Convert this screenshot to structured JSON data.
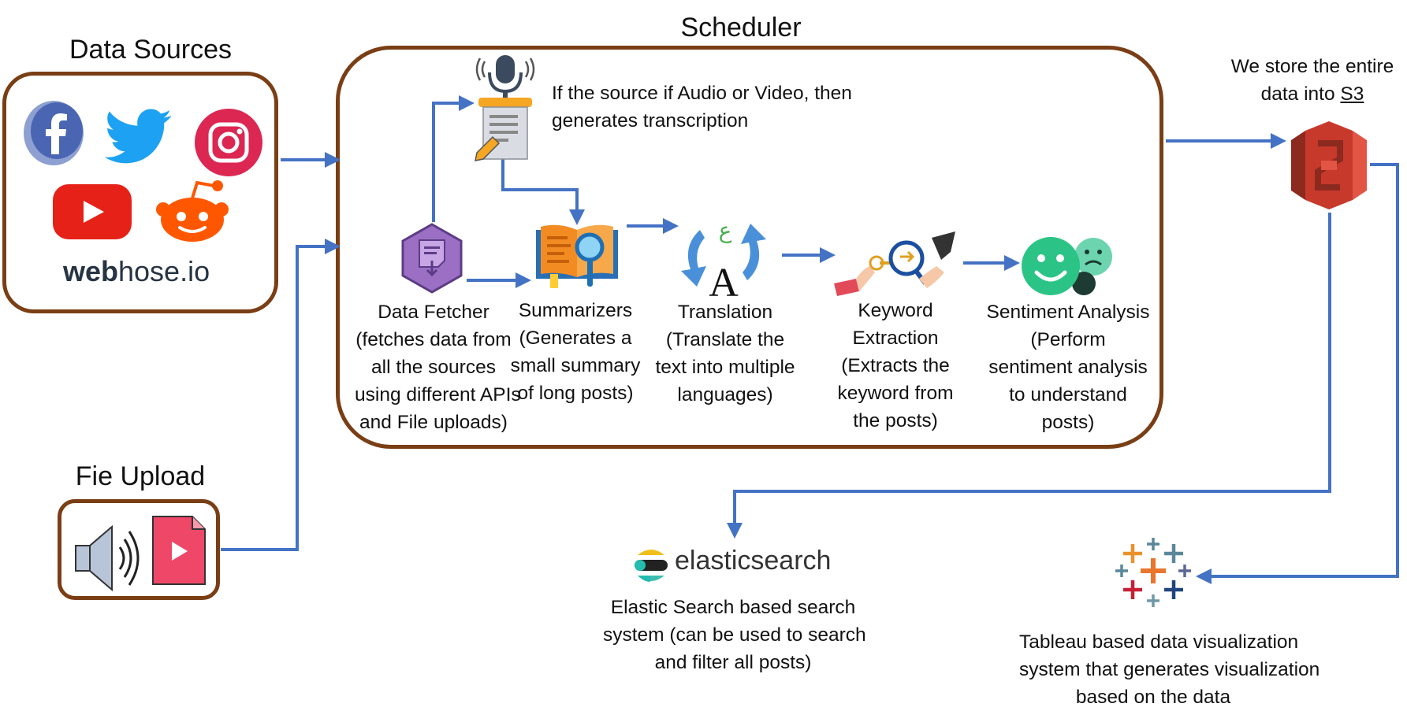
{
  "titles": {
    "data_sources": "Data Sources",
    "scheduler": "Scheduler",
    "file_upload": "Fie Upload"
  },
  "sources": {
    "webhose_bold": "web",
    "webhose_rest": "hose.io"
  },
  "transcription": {
    "line1": "If the source if Audio or Video, then",
    "line2": "generates transcription"
  },
  "steps": [
    {
      "lines": [
        "Data Fetcher",
        "(fetches data from",
        "all the sources",
        "using different APIs",
        "and File uploads)"
      ]
    },
    {
      "lines": [
        "Summarizers",
        "(Generates a",
        "small summary",
        "of long posts)"
      ]
    },
    {
      "lines": [
        "Translation",
        "(Translate the",
        "text into multiple",
        "languages)"
      ]
    },
    {
      "lines": [
        "Keyword",
        "Extraction",
        "(Extracts the",
        "keyword from",
        "the posts)"
      ]
    },
    {
      "lines": [
        "Sentiment Analysis",
        "(Perform",
        "sentiment analysis",
        "to understand",
        "posts)"
      ]
    }
  ],
  "s3": {
    "line1": "We store the entire",
    "line2_prefix": "data into ",
    "line2_link": "S3"
  },
  "translation_icon": {
    "letter_a": "A",
    "letter_ain": "ع"
  },
  "elasticsearch": {
    "logo_text": "elasticsearch",
    "lines": [
      "Elastic Search based search",
      "system (can be used to search",
      "and filter all posts)"
    ]
  },
  "tableau": {
    "lines": [
      "Tableau based data visualization",
      "system that generates visualization",
      "based on the data"
    ]
  },
  "colors": {
    "arrow": "#4472c4",
    "box_border": "#7a3e15",
    "s3": "#d9462f",
    "sentiment": "#2cc486"
  }
}
